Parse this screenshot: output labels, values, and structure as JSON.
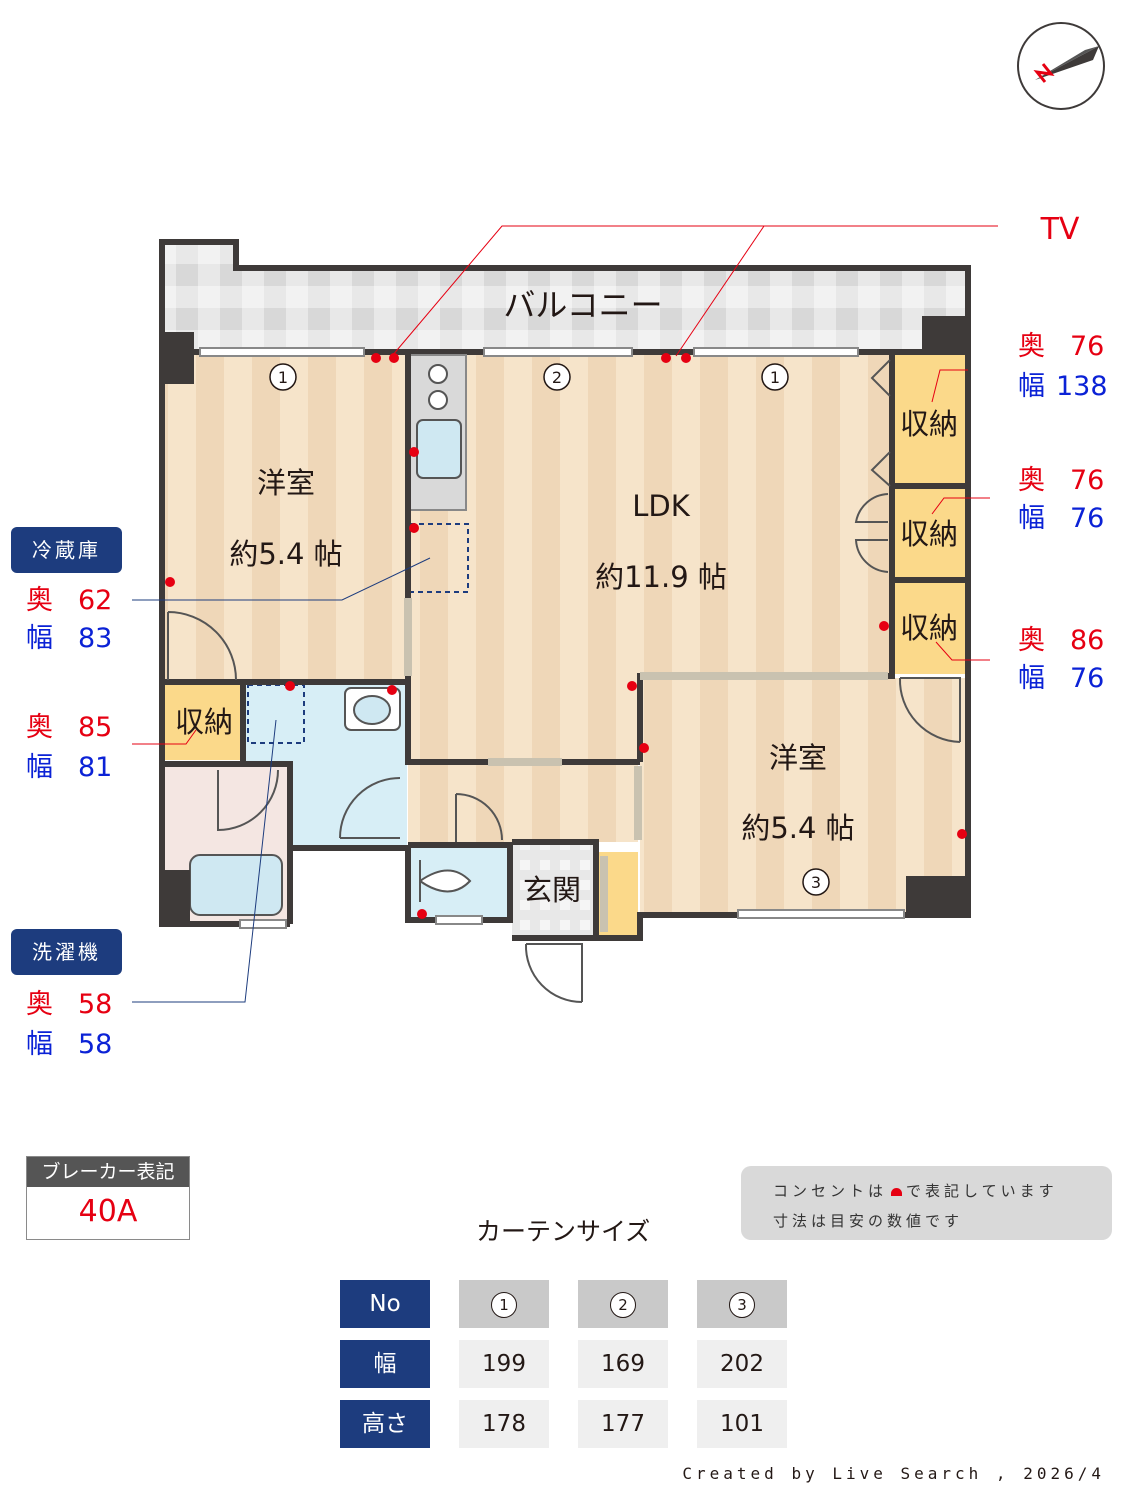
{
  "floorplan": {
    "balcony_label": "バルコニー",
    "rooms": [
      {
        "name": "洋室",
        "size": "約5.4 帖"
      },
      {
        "name": "LDK",
        "size": "約11.9 帖"
      },
      {
        "name": "洋室",
        "size": "約5.4 帖"
      }
    ],
    "storage_label": "収納",
    "entrance_label": "玄関",
    "tv_label": "TV",
    "curtain_marks": [
      "1",
      "2",
      "1",
      "3"
    ]
  },
  "callouts": {
    "fridge": {
      "title": "冷蔵庫",
      "depth_label": "奥",
      "depth": "62",
      "width_label": "幅",
      "width": "83"
    },
    "washer": {
      "title": "洗濯機",
      "depth_label": "奥",
      "depth": "58",
      "width_label": "幅",
      "width": "58"
    },
    "storage_left": {
      "depth_label": "奥",
      "depth": "85",
      "width_label": "幅",
      "width": "81"
    },
    "storage_right_1": {
      "depth_label": "奥",
      "depth": "76",
      "width_label": "幅",
      "width": "138"
    },
    "storage_right_2": {
      "depth_label": "奥",
      "depth": "76",
      "width_label": "幅",
      "width": "76"
    },
    "storage_right_3": {
      "depth_label": "奥",
      "depth": "86",
      "width_label": "幅",
      "width": "76"
    }
  },
  "breaker": {
    "label": "ブレーカー表記",
    "value": "40A"
  },
  "note": {
    "line1_pre": "コンセントは",
    "line1_post": "で表記しています",
    "line2": "寸法は目安の数値です"
  },
  "curtains": {
    "title": "カーテンサイズ",
    "headers": [
      "No",
      "幅",
      "高さ"
    ],
    "columns": [
      {
        "no": "1",
        "width": "199",
        "height": "178"
      },
      {
        "no": "2",
        "width": "169",
        "height": "177"
      },
      {
        "no": "3",
        "width": "202",
        "height": "101"
      }
    ]
  },
  "credit": "Created by Live Search , 2026/4",
  "colors": {
    "outlet": "#e60012",
    "navy": "#1d3c7e",
    "wall": "#3e3a39",
    "floor_a": "#f6e4ca",
    "floor_b": "#efd7b8",
    "storage": "#fbd98a",
    "wet": "#d7eef6"
  },
  "compass": "north-arrow"
}
